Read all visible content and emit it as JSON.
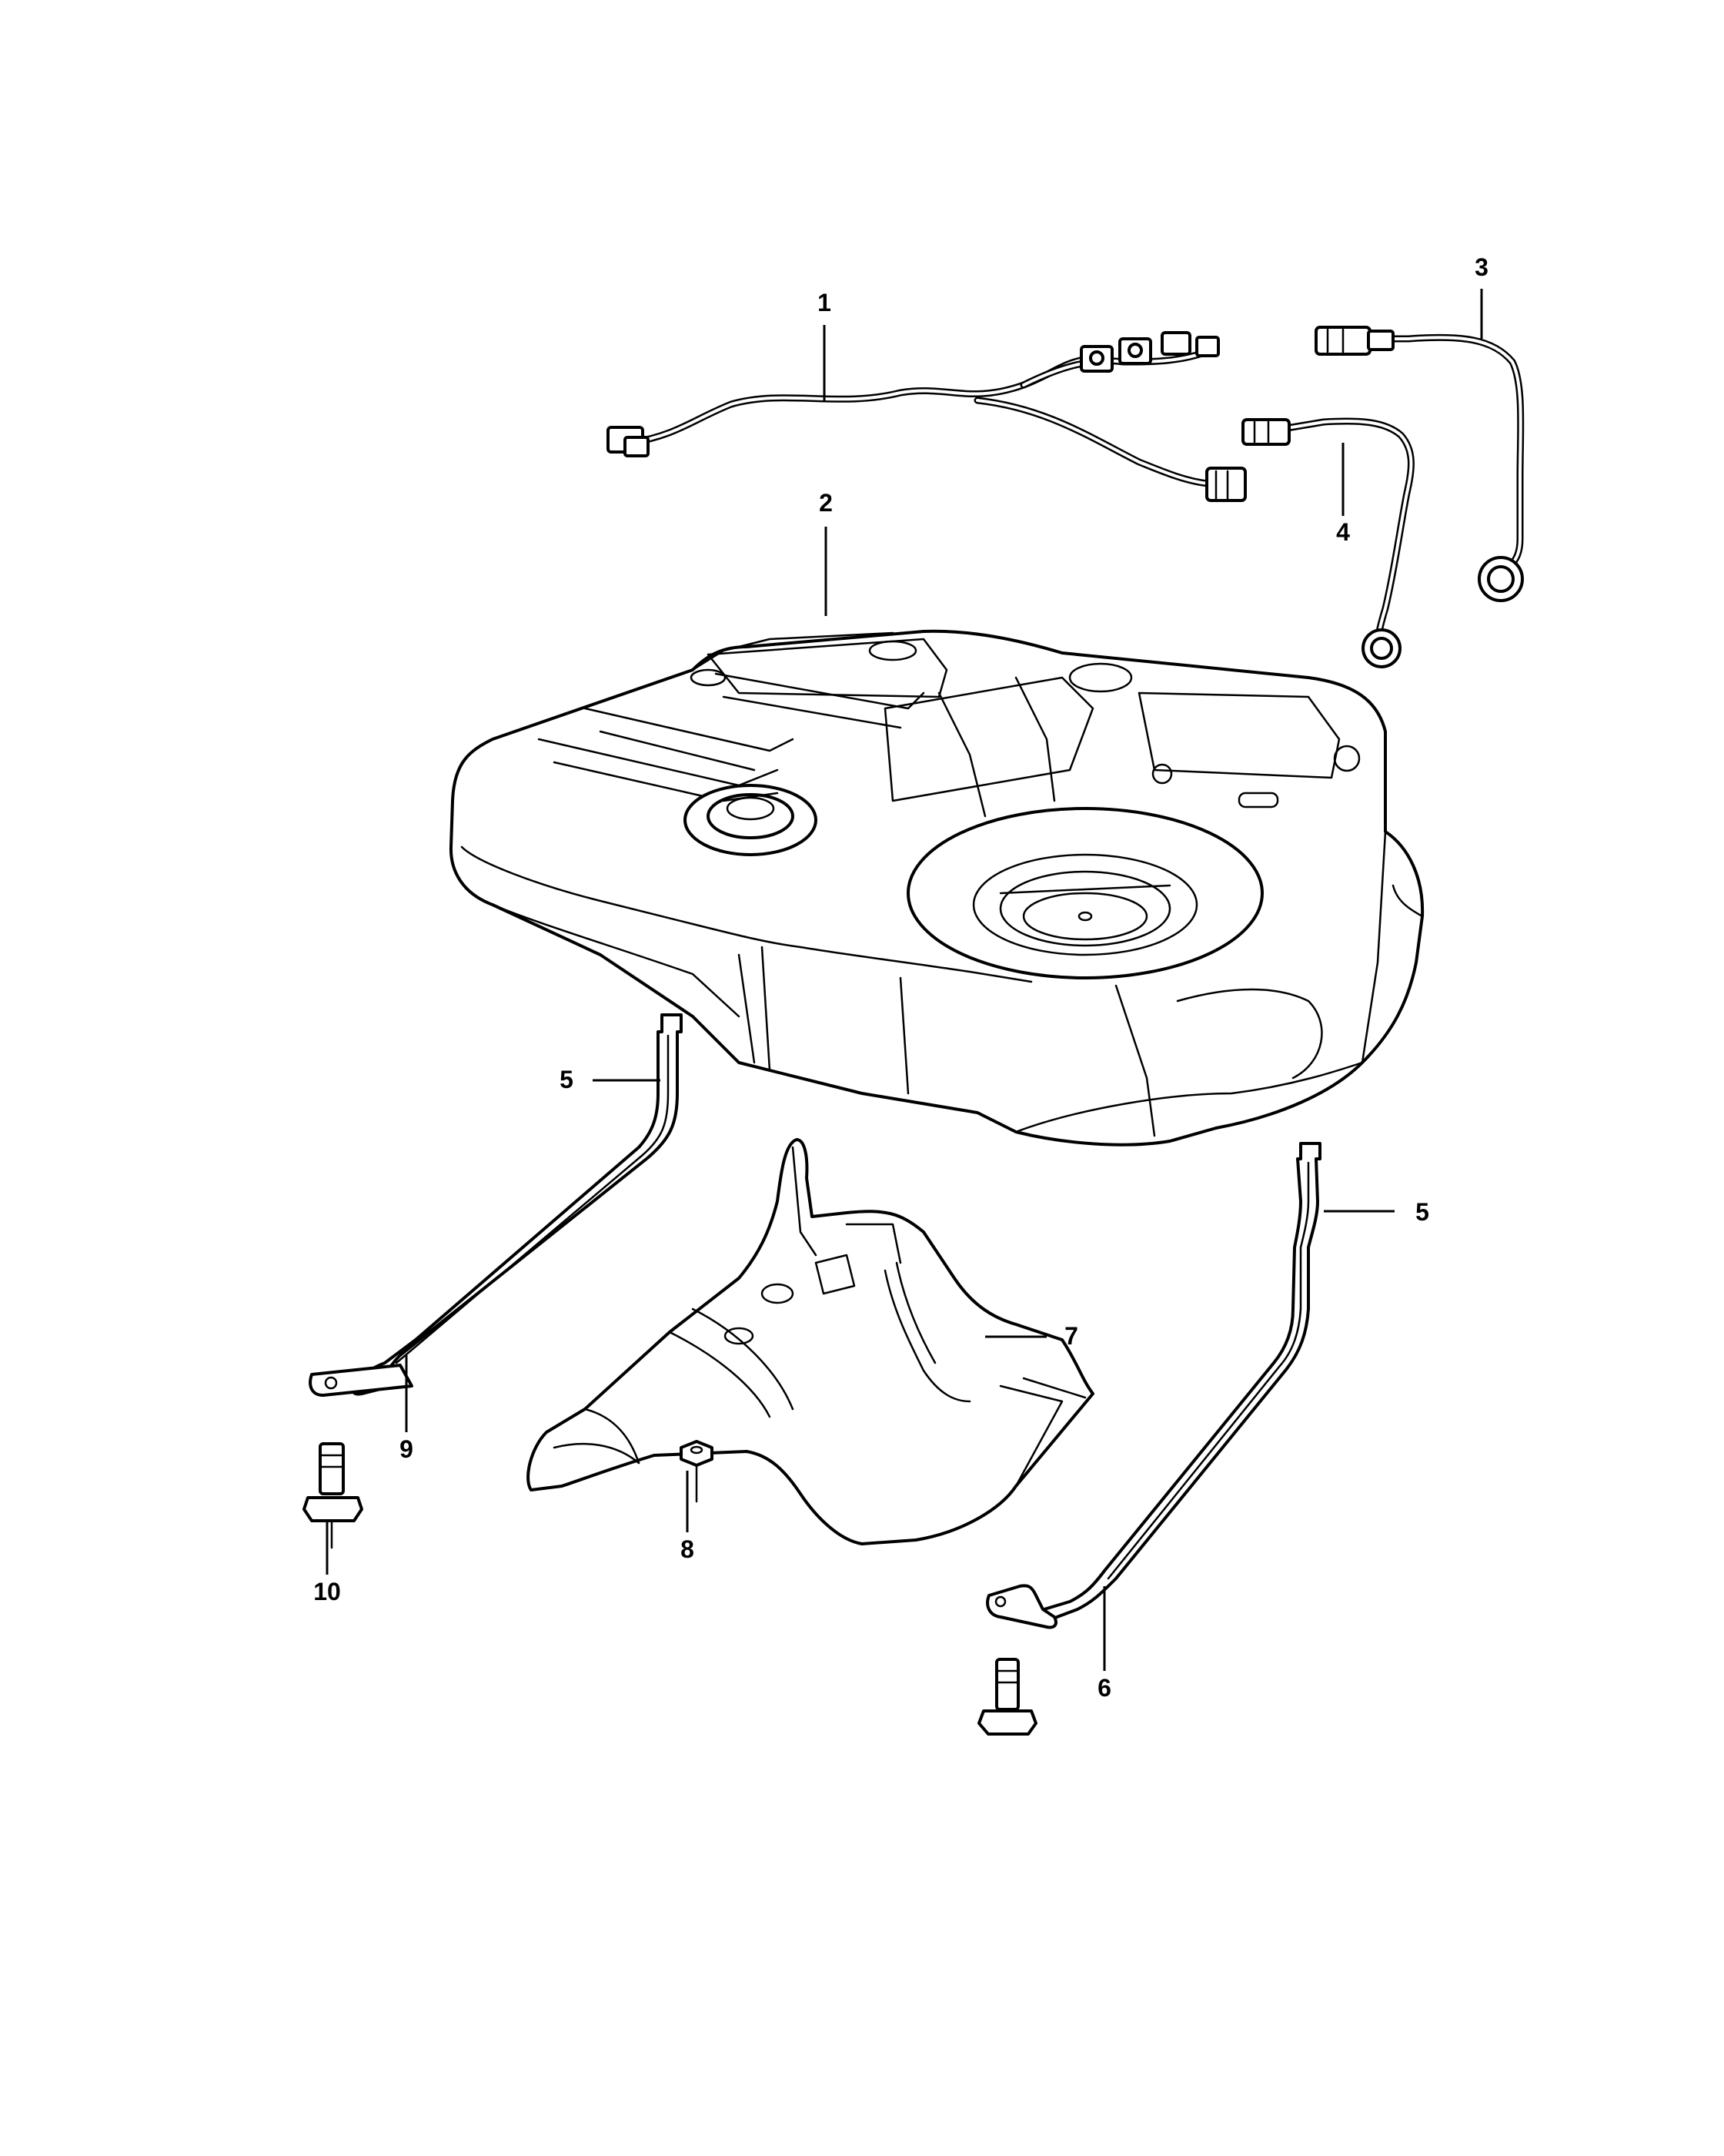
{
  "callouts": {
    "c1": "1",
    "c2": "2",
    "c3": "3",
    "c4": "4",
    "c5a": "5",
    "c5b": "5",
    "c6": "6",
    "c7": "7",
    "c8": "8",
    "c9": "9",
    "c10": "10"
  },
  "colors": {
    "line": "#000000",
    "fill": "#ffffff"
  }
}
